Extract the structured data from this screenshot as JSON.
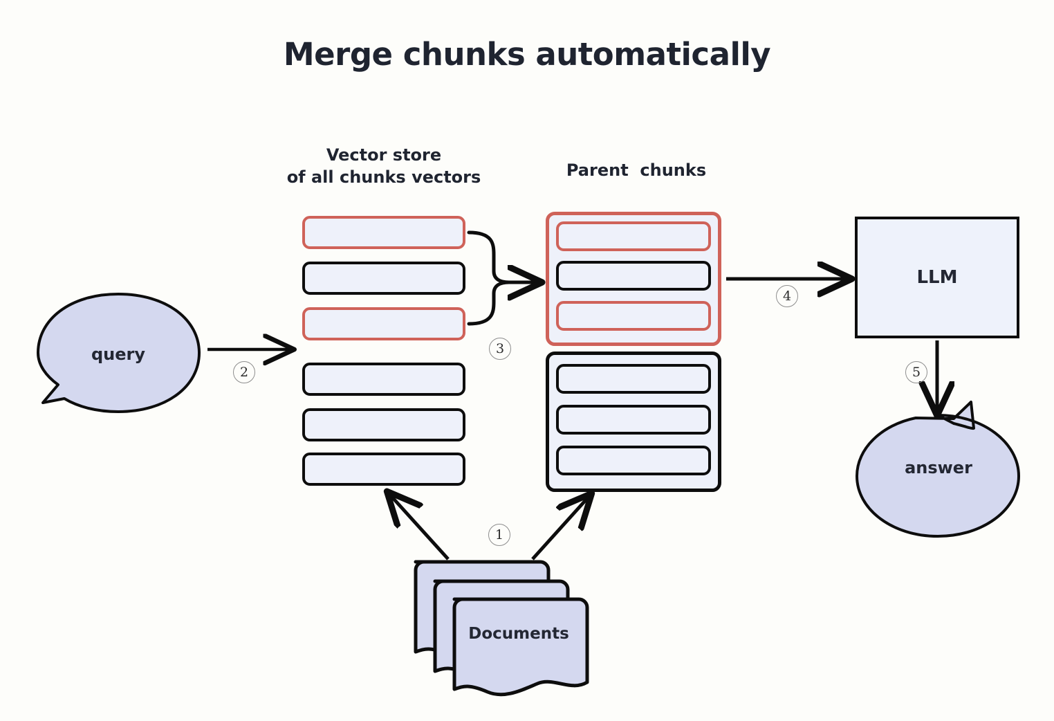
{
  "page": {
    "title": "Merge chunks automatically",
    "background_color": "#fdfdfa",
    "text_color": "#232733"
  },
  "colors": {
    "accent_red": "#cf6259",
    "outline_black": "#0d0d0d",
    "chunk_fill": "#eef1fa",
    "bubble_fill": "#d4d8ef",
    "document_fill": "#d4d8ef",
    "llm_fill": "#eef2fb",
    "badge_stroke": "#8d8d8d"
  },
  "captions": {
    "vector_store": "Vector store\nof all chunks vectors",
    "parent_chunks": "Parent  chunks"
  },
  "vector_store": {
    "chunks": [
      {
        "id": "vs-c1",
        "highlight": "red"
      },
      {
        "id": "vs-c2",
        "highlight": "black"
      },
      {
        "id": "vs-c3",
        "highlight": "red"
      },
      {
        "id": "vs-c4",
        "highlight": "black"
      },
      {
        "id": "vs-c5",
        "highlight": "black"
      },
      {
        "id": "vs-c6",
        "highlight": "black"
      }
    ]
  },
  "parent_chunks": {
    "groups": [
      {
        "id": "pg-top",
        "outline": "red",
        "chunks": [
          {
            "highlight": "red"
          },
          {
            "highlight": "black"
          },
          {
            "highlight": "red"
          }
        ]
      },
      {
        "id": "pg-bottom",
        "outline": "black",
        "chunks": [
          {
            "highlight": "black"
          },
          {
            "highlight": "black"
          },
          {
            "highlight": "black"
          }
        ]
      }
    ]
  },
  "nodes": {
    "query": "query",
    "answer": "answer",
    "llm": "LLM",
    "documents": "Documents"
  },
  "steps": [
    {
      "number": "1",
      "label": "①",
      "meaning": "documents-to-chunks"
    },
    {
      "number": "2",
      "label": "②",
      "meaning": "query-to-vector-store"
    },
    {
      "number": "3",
      "label": "③",
      "meaning": "merge-retrieved-chunks"
    },
    {
      "number": "4",
      "label": "④",
      "meaning": "parent-chunks-to-llm"
    },
    {
      "number": "5",
      "label": "⑤",
      "meaning": "llm-to-answer"
    }
  ]
}
